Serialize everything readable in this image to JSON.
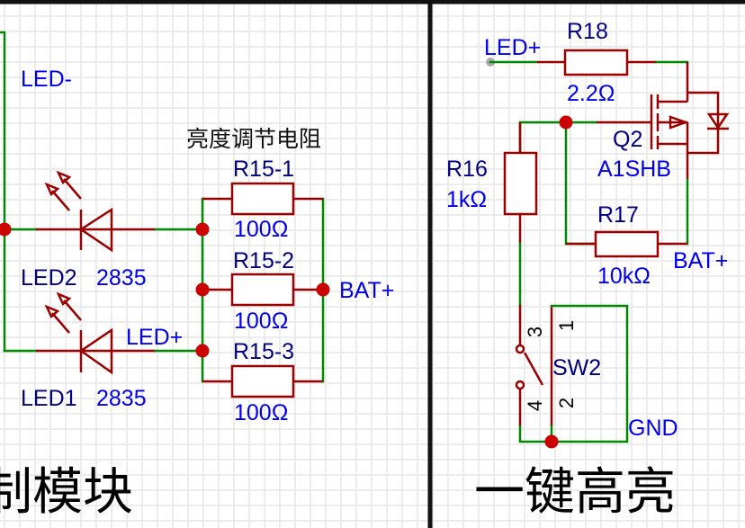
{
  "colors": {
    "wire": "#008800",
    "component": "#990000",
    "junction": "#cc0000",
    "net_label": "#0000ee",
    "designator": "#000080",
    "grid": "#e6e6e6",
    "frame": "#111111"
  },
  "left_section": {
    "title_fragment": "模块",
    "title_partial_glyph": "制",
    "net_labels": {
      "led_minus": "LED-",
      "led_plus": "LED+",
      "bat_plus": "BAT+"
    },
    "note": "亮度调节电阻",
    "leds": [
      {
        "ref": "LED2",
        "value": "2835"
      },
      {
        "ref": "LED1",
        "value": "2835"
      }
    ],
    "resistors": [
      {
        "ref": "R15-1",
        "value": "100Ω"
      },
      {
        "ref": "R15-2",
        "value": "100Ω"
      },
      {
        "ref": "R15-3",
        "value": "100Ω"
      }
    ]
  },
  "right_section": {
    "title": "一键高亮",
    "net_labels": {
      "led_plus": "LED+",
      "bat_plus": "BAT+",
      "gnd": "GND"
    },
    "components": {
      "r18": {
        "ref": "R18",
        "value": "2.2Ω"
      },
      "r16": {
        "ref": "R16",
        "value": "1kΩ"
      },
      "r17": {
        "ref": "R17",
        "value": "10kΩ"
      },
      "q2": {
        "ref": "Q2",
        "value": "A1SHB"
      },
      "sw2": {
        "ref": "SW2",
        "pins": [
          "1",
          "2",
          "3",
          "4"
        ]
      }
    }
  }
}
